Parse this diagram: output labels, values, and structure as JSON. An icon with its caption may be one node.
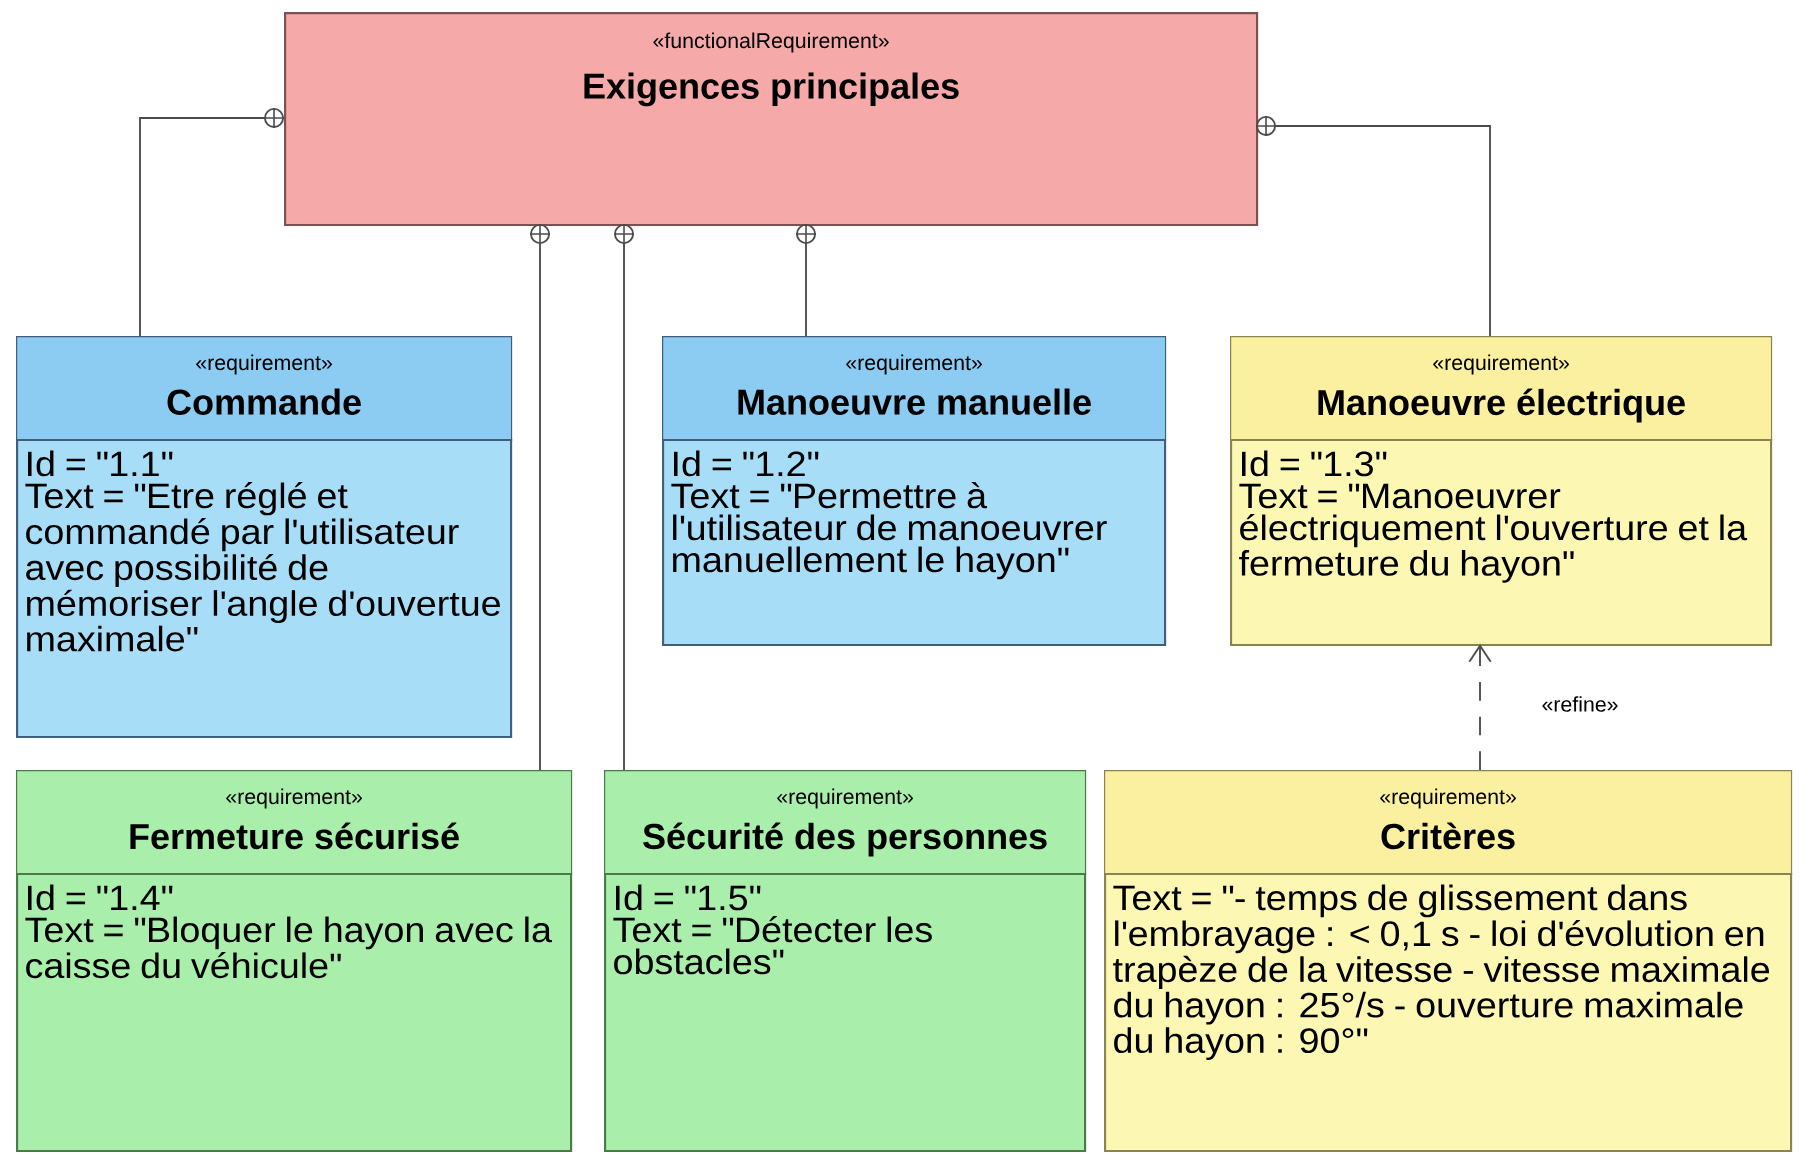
{
  "diagram": {
    "nodes": [
      {
        "text": [
          "«functionalRequirement»",
          "Exigences principales"
        ]
      },
      {
        "text": [
          "«requirement»",
          "Commande",
          "Id = \"1.1\"",
          "Text = \"Etre réglé et commandé par l'utilisateur avec possibilité de mémoriser l'angle d'ouvertue maximale\""
        ]
      },
      {
        "text": [
          "«requirement»",
          "Manoeuvre manuelle",
          "Id = \"1.2\"",
          "Text = \"Permettre à l'utilisateur de manoeuvrer manuellement le hayon\""
        ]
      },
      {
        "text": [
          "«requirement»",
          "Manoeuvre électrique",
          "Id = \"1.3\"",
          "Text = \"Manoeuvrer électriquement l'ouverture et la fermeture du hayon\""
        ]
      },
      {
        "text": [
          "«requirement»",
          "Fermeture sécurisé",
          "Id = \"1.4\"",
          "Text = \"Bloquer le hayon avec la caisse du véhicule\""
        ]
      },
      {
        "text": [
          "«requirement»",
          "Sécurité des personnes",
          "Id = \"1.5\"",
          "Text = \"Détecter les obstacles\""
        ]
      },
      {
        "text": [
          "«requirement»",
          "Critères",
          "Text = \"- temps de glissement dans l'embrayage : < 0,1 s - loi d'évolution en trapèze de la vitesse - vitesse maximale du hayon : 25°/s - ouverture maximale du hayon : 90°\""
        ]
      }
    ],
    "edges": [
      {
        "from": 0,
        "to": 1,
        "arrow": "other"
      },
      {
        "from": 0,
        "to": 4,
        "arrow": "other"
      },
      {
        "from": 0,
        "to": 5,
        "arrow": "other"
      },
      {
        "from": 0,
        "to": 2,
        "arrow": "other"
      },
      {
        "from": 0,
        "to": 3,
        "arrow": "other"
      },
      {
        "from": 6,
        "to": 3,
        "arrow": "to",
        "label": "«refine»",
        "style": "dashed"
      }
    ]
  }
}
